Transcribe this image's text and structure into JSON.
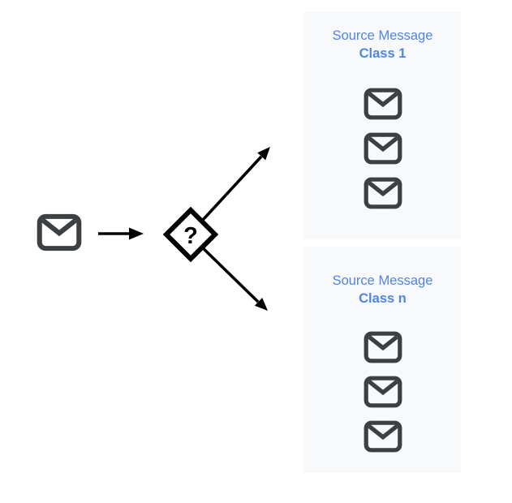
{
  "colors": {
    "canvas-bg": "#ffffff",
    "panel-bg": "#f8f9fa",
    "accent-blue": "#5085e8",
    "envelope-gray": "#3c4043",
    "ink": "#000000"
  },
  "flow": {
    "input_icon": "envelope-icon",
    "input_arrow": "arrow-right",
    "decision_icon": "question-diamond-icon",
    "decision_label": "?",
    "branch_arrows": [
      "arrow-up-right",
      "arrow-down-right"
    ]
  },
  "panels": [
    {
      "title_line1": "Source Message",
      "title_line2": "Class 1",
      "envelope_count": 3
    },
    {
      "title_line1": "Source Message",
      "title_line2": "Class n",
      "envelope_count": 3
    }
  ]
}
